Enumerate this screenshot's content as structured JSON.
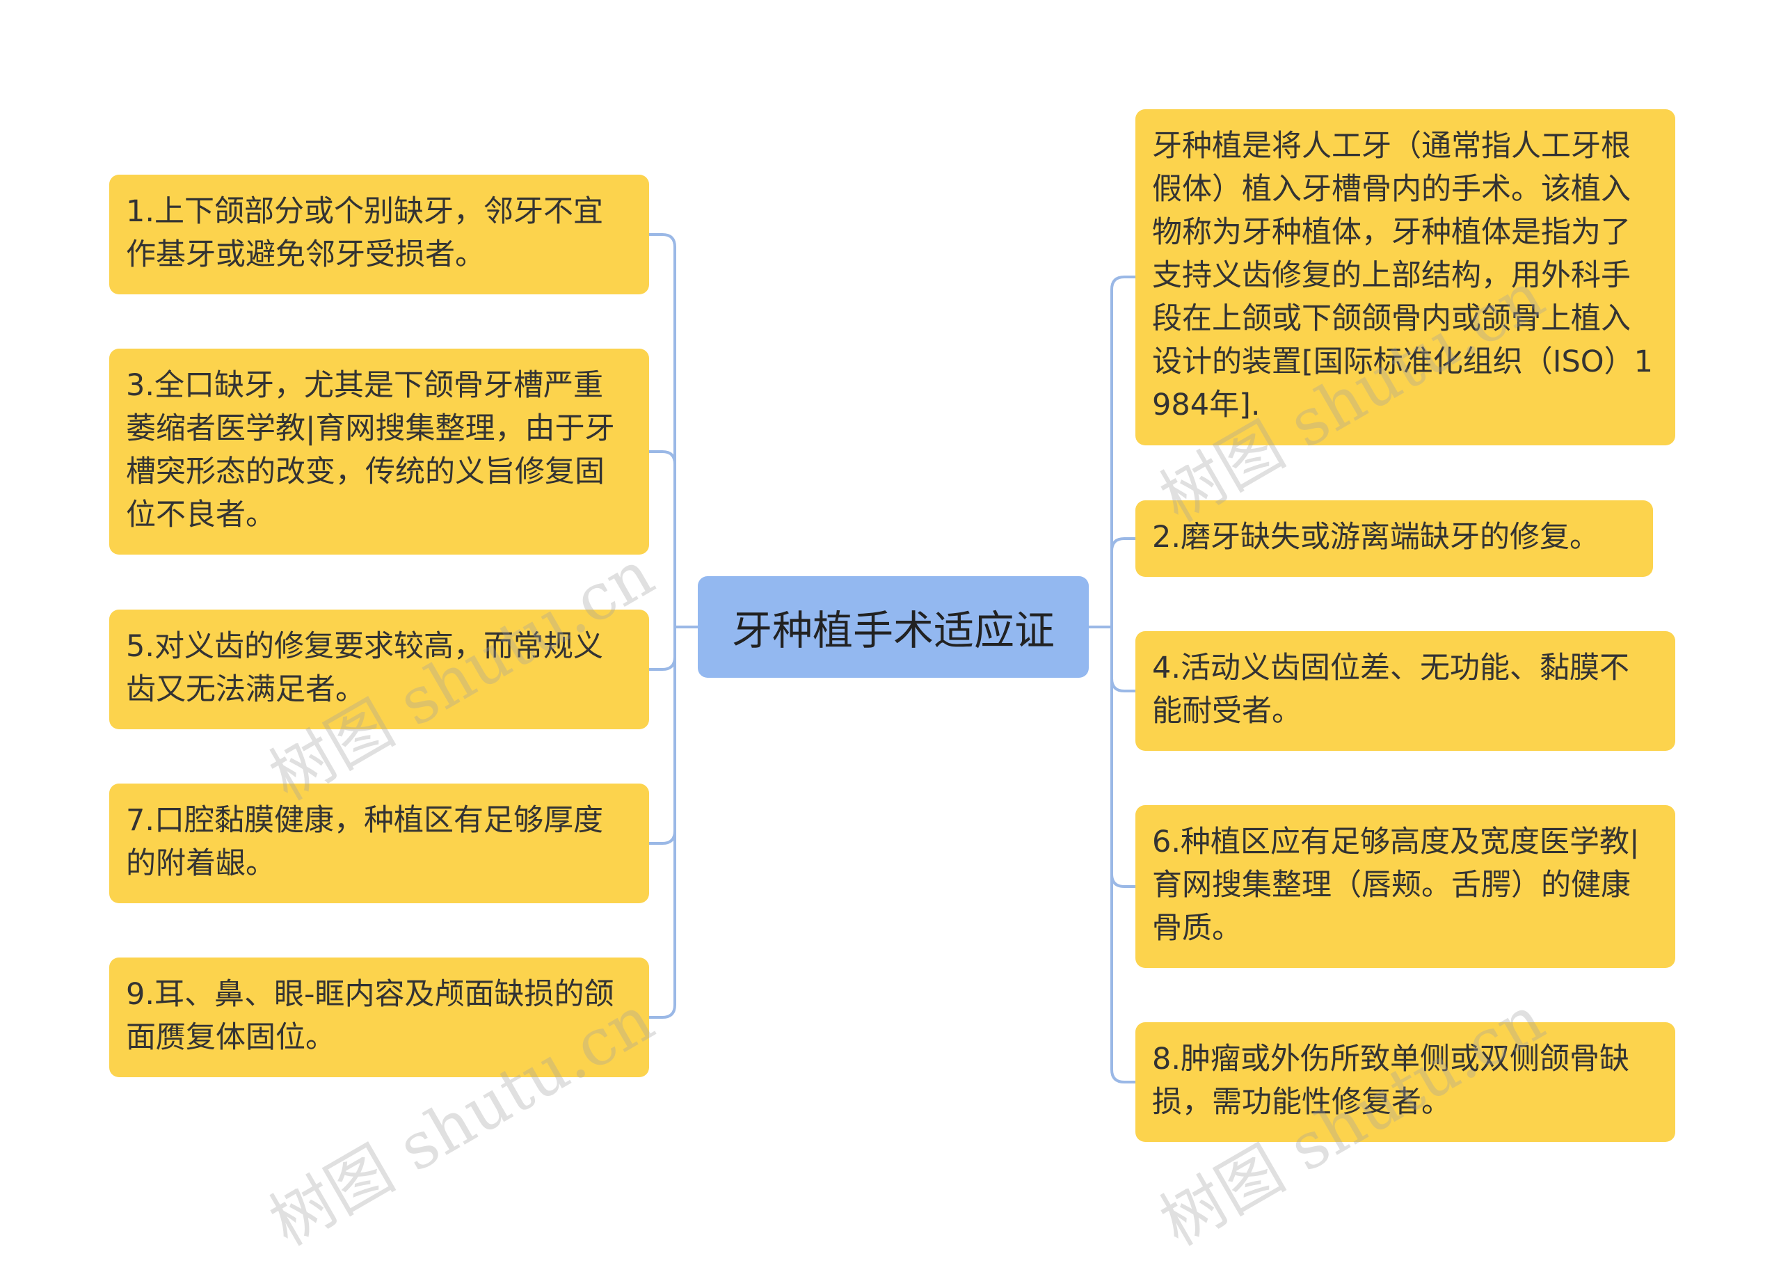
{
  "root": {
    "title": "牙种植手术适应证"
  },
  "left_nodes": [
    {
      "text": "1.上下颌部分或个别缺牙，邻牙不宜作基牙或避免邻牙受损者。"
    },
    {
      "text": "3.全口缺牙，尤其是下颌骨牙槽严重萎缩者医学教|育网搜集整理，由于牙槽突形态的改变，传统的义旨修复固位不良者。"
    },
    {
      "text": "5.对义齿的修复要求较高，而常规义齿又无法满足者。"
    },
    {
      "text": "7.口腔黏膜健康，种植区有足够厚度的附着龈。"
    },
    {
      "text": "9.耳、鼻、眼-眶内容及颅面缺损的颌面赝复体固位。"
    }
  ],
  "right_nodes": [
    {
      "text": "牙种植是将人工牙（通常指人工牙根假体）植入牙槽骨内的手术。该植入物称为牙种植体，牙种植体是指为了支持义齿修复的上部结构，用外科手段在上颌或下颌颌骨内或颌骨上植入设计的装置[国际标准化组织（ISO）1984年]."
    },
    {
      "text": "2.磨牙缺失或游离端缺牙的修复。"
    },
    {
      "text": "4.活动义齿固位差、无功能、黏膜不能耐受者。"
    },
    {
      "text": "6.种植区应有足够高度及宽度医学教|育网搜集整理（唇颊。舌腭）的健康骨质。"
    },
    {
      "text": "8.肿瘤或外伤所致单侧或双侧颌骨缺损，需功能性修复者。"
    }
  ],
  "watermark": {
    "text": "树图 shutu.cn"
  },
  "colors": {
    "node": "#fcd34d",
    "root": "#93b8f0",
    "link": "#9ab8e6"
  }
}
